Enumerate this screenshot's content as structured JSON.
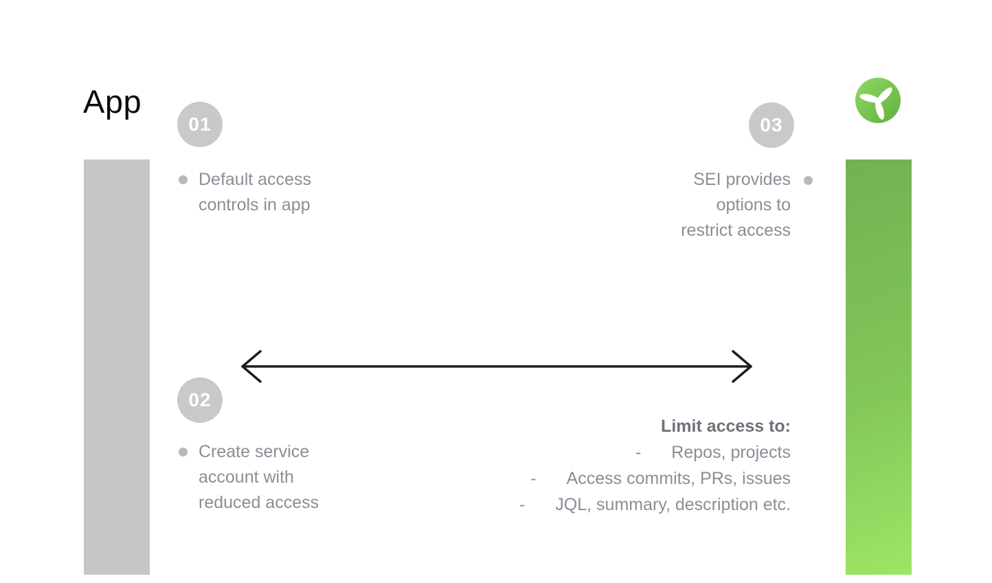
{
  "page": {
    "title": "App"
  },
  "logo": {
    "icon": "propeller-logo"
  },
  "steps": [
    {
      "number": "01",
      "lines": [
        "Default access",
        "controls in app"
      ]
    },
    {
      "number": "02",
      "lines": [
        "Create service",
        "account with",
        "reduced access"
      ]
    },
    {
      "number": "03",
      "lines": [
        "SEI provides",
        "options to",
        "restrict access"
      ]
    }
  ],
  "limit": {
    "title": "Limit access to:",
    "dash": "-",
    "items": [
      "Repos, projects",
      "Access commits, PRs, issues",
      "JQL, summary, description etc."
    ]
  },
  "colors": {
    "bar_gray": "#c5c6c6",
    "badge_gray": "#c9c9c9",
    "text_gray": "#8b8e96",
    "limit_title_gray": "#6e7178",
    "green_bar_top": "#72b252",
    "green_bar_bottom": "#9de566",
    "logo_green_light": "#93d765",
    "logo_green_dark": "#5fb23f",
    "arrow_black": "#1d1d1f"
  }
}
